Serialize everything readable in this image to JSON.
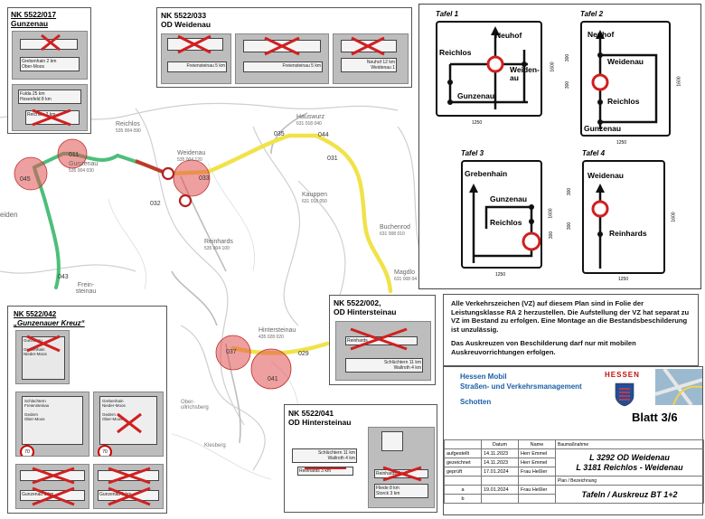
{
  "map": {
    "labels": [
      {
        "text": "Reichlos",
        "sub": "535 004 090"
      },
      {
        "text": "Gunzenau",
        "sub": "535 004 030"
      },
      {
        "text": "Weidenau",
        "sub": "535 004 120"
      },
      {
        "text": "Hauswurz",
        "sub": "631 018 040"
      },
      {
        "text": "Kauppen",
        "sub": "631 018 050"
      },
      {
        "text": "Buchenrod",
        "sub": "631 008 010"
      },
      {
        "text": "Reinhards",
        "sub": "535 004 100"
      },
      {
        "text": "Magdlo",
        "sub": "631 008 04"
      },
      {
        "text": "Hintersteinau",
        "sub": "435 028 020"
      },
      {
        "text": "Frein-steinau",
        "sub": ""
      },
      {
        "text": "Ober-ullrichsberg",
        "sub": ""
      },
      {
        "text": "Klesberg",
        "sub": ""
      },
      {
        "text": "eiden",
        "sub": ""
      }
    ],
    "node_numbers": [
      "045",
      "011",
      "033",
      "032",
      "035",
      "044",
      "031",
      "043",
      "029",
      "041",
      "037"
    ]
  },
  "panels": {
    "nk017": {
      "title_line1": "NK 5522/017",
      "title_line2": "Gunzenau",
      "sign_texts": [
        "Grebenhain 2 km",
        "Ober-Moos",
        "Fulda 25 km",
        "Hosenfeld 8 km",
        "Reichlos 2 km"
      ]
    },
    "nk033": {
      "title_line1": "NK 5522/033",
      "title_line2": "OD Weidenau",
      "sign_texts": [
        "Freiensteinau 5 km",
        "Freiensteinau 5 km",
        "Neuhof 12 km",
        "Weidenau 1"
      ]
    },
    "nk042": {
      "title_line1": "NK 5522/042",
      "title_line2": "„Gunzenauer Kreuz“",
      "sign_texts": [
        "Gunzenau",
        "Schlüchtern",
        "Freiensteinau",
        "Gedern",
        "Ober-Moos",
        "Grebenhain",
        "Nieder-Moos",
        "Gunzenau 1 km",
        "Gunzenau 1 km",
        "70"
      ]
    },
    "nk002": {
      "title_line1": "NK 5522/002,",
      "title_line2": "OD Hintersteinau",
      "sign_texts": [
        "Reinhards",
        "Schlüchtern 11 km",
        "Wallroth 4 km"
      ]
    },
    "nk041": {
      "title_line1": "NK 5522/041",
      "title_line2": "OD Hintersteinau",
      "sign_texts": [
        "Schlüchtern 11 km",
        "Wallroth 4 km",
        "Reinhards 3 km",
        "Reinhards 3 km",
        "Fliede 8 km",
        "Storck 3 km"
      ]
    }
  },
  "tafeln": [
    {
      "label": "Tafel 1",
      "places": [
        "Neuhof",
        "Reichlos",
        "Weiden-au",
        "Gunzenau"
      ],
      "dims": [
        "1250",
        "1600"
      ]
    },
    {
      "label": "Tafel 2",
      "places": [
        "Neuhof",
        "Weidenau",
        "Reichlos",
        "Gunzenau"
      ],
      "dims": [
        "1250",
        "1600",
        "300",
        "300"
      ]
    },
    {
      "label": "Tafel 3",
      "places": [
        "Grebenhain",
        "Gunzenau",
        "Reichlos"
      ],
      "dims": [
        "1250",
        "1600",
        "300"
      ]
    },
    {
      "label": "Tafel 4",
      "places": [
        "Weidenau",
        "Reinhards"
      ],
      "dims": [
        "1250",
        "1600",
        "300",
        "300"
      ]
    }
  ],
  "notes": {
    "para1": "Alle Verkehrszeichen (VZ) auf diesem Plan sind in Folie der Leistungsklasse RA 2 herzustellen. Die Aufstellung der VZ hat separat zu VZ im Bestand zu erfolgen. Eine Montage an die Bestandsbeschilderung ist unzulässig.",
    "para2": "Das Auskreuzen von Beschilderung darf nur mit mobilen Auskreuvorrichtungen erfolgen."
  },
  "titleblock": {
    "org1": "Hessen Mobil",
    "org2": "Straßen- und Verkehrsmanagement",
    "org3": "Schotten",
    "logo_text": "HESSEN",
    "sheet": "Blatt 3/6",
    "hdr_datum": "Datum",
    "hdr_name": "Name",
    "hdr_bau": "Baumaßnahme",
    "rows": [
      {
        "label": "aufgestellt",
        "date": "14.11.2023",
        "name": "Herr Emmel"
      },
      {
        "label": "gezeichnet",
        "date": "14.11.2023",
        "name": "Herr Emmel"
      },
      {
        "label": "geprüft",
        "date": "17.01.2024",
        "name": "Frau Heßler"
      },
      {
        "label": "a",
        "date": "19.01.2024",
        "name": "Frau Heßler"
      },
      {
        "label": "b",
        "date": "",
        "name": ""
      }
    ],
    "project1": "L 3292 OD Weidenau",
    "project2": "L 3181 Reichlos - Weidenau",
    "plan_label": "Plan / Bezeichnung",
    "plan": "Tafeln / Auskreuz BT 1+2"
  }
}
